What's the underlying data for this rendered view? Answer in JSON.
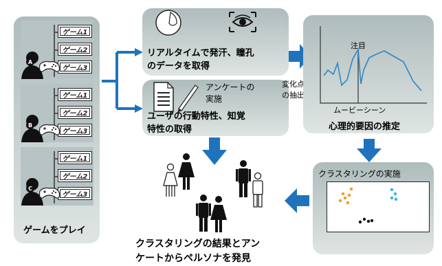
{
  "left_panel": {
    "caption": "ゲームをプレイ",
    "players": [
      {
        "id": "A",
        "buttons": [
          "ゲーム1",
          "ゲーム2",
          "ゲーム3"
        ]
      },
      {
        "id": "B",
        "buttons": [
          "ゲーム1",
          "ゲーム2",
          "ゲーム3"
        ]
      },
      {
        "id": "C",
        "buttons": [
          "ゲーム1",
          "ゲーム2",
          "ゲーム3"
        ]
      }
    ]
  },
  "realtime_box": {
    "line1": "リアルタイムで発汗、瞳孔",
    "line2": "のデータを取得"
  },
  "survey_box": {
    "label_line1": "アンケートの",
    "label_line2": "実施",
    "line1": "ユーザの行動特性、知覚",
    "line2": "特性の取得"
  },
  "change_point": {
    "line1": "変化点",
    "line2": "の抽出"
  },
  "graph_box": {
    "annotation": "注目",
    "xlabel": "ムービーシーン",
    "caption": "心理的要因の推定"
  },
  "cluster_box": {
    "title": "クラスタリングの実施"
  },
  "result_caption": {
    "line1": "クラスタリングの結果とアン",
    "line2": "ケートからペルソナを発見"
  },
  "colors": {
    "arrow_blue": "#1f73bd",
    "line_blue": "#2e86c7",
    "cluster_orange": "#f0a030",
    "cluster_cyan": "#3ab0e0"
  }
}
